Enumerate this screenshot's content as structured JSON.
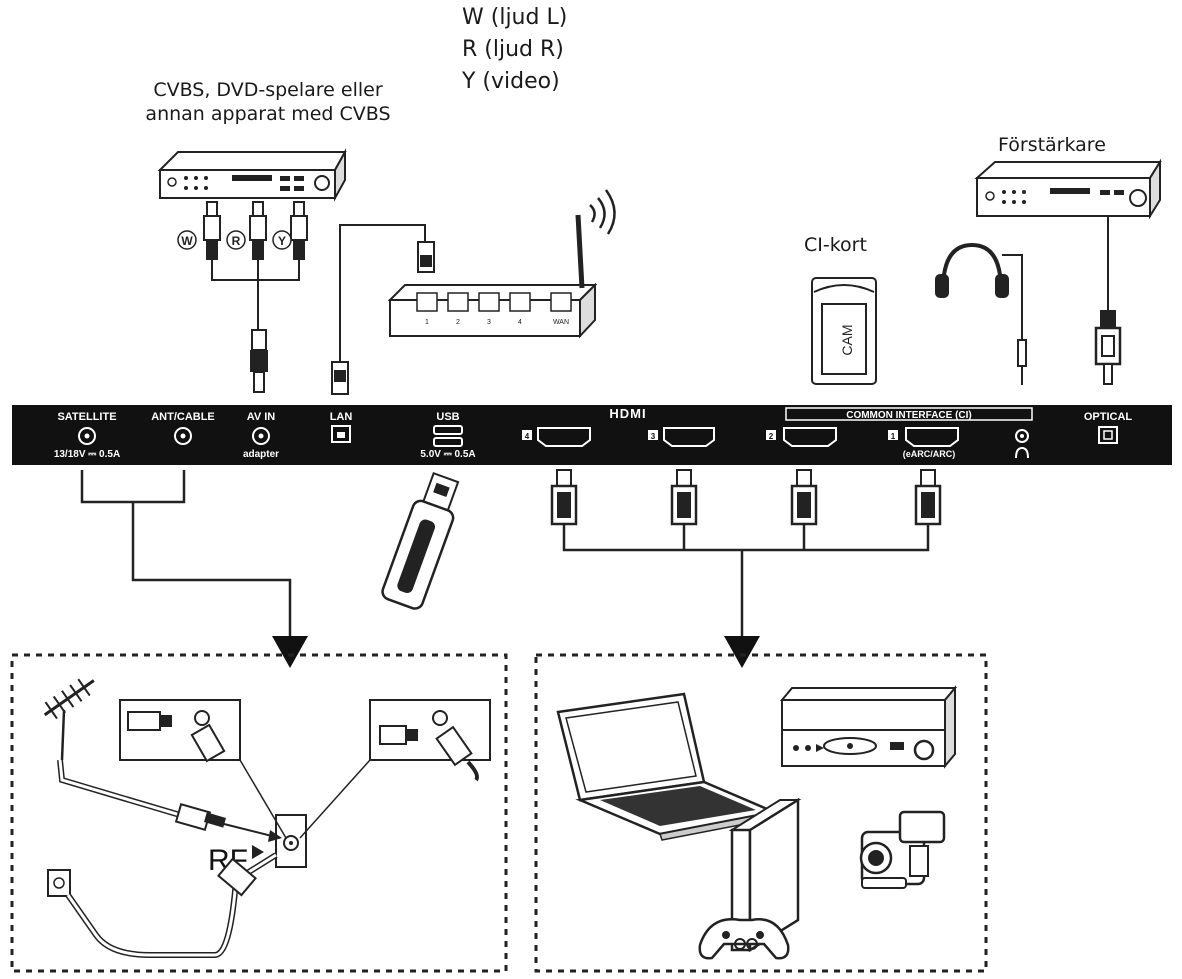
{
  "audio_video_legend": [
    "W (ljud L)",
    "R (ljud R)",
    "Y (video)"
  ],
  "cvbs_device_label": "CVBS, DVD-spelare eller annan apparat med CVBS",
  "cvbs_device_label_lines": [
    "CVBS, DVD-spelare eller",
    "annan apparat med CVBS"
  ],
  "amplifier_label": "Förstärkare",
  "ci_card_label": "CI-kort",
  "cam_label": "CAM",
  "rca_plug_markers": [
    "W",
    "R",
    "Y"
  ],
  "rf_label": "RF",
  "panel_ports": {
    "satellite": "SATELLITE",
    "satellite_spec": "13/18V ⎓ 0.5A",
    "ant_cable": "ANT/CABLE",
    "av_in": "AV IN",
    "av_in_sub": "adapter",
    "lan": "LAN",
    "usb": "USB",
    "usb_spec": "5.0V ⎓ 0.5A",
    "hdmi_logo": "HDMI",
    "common_interface": "COMMON INTERFACE (CI)",
    "earc": "(eARC/ARC)",
    "optical": "OPTICAL",
    "hdmi_numbers": [
      "4",
      "3",
      "2",
      "1"
    ]
  },
  "router_port_labels": [
    "1",
    "2",
    "3",
    "4",
    "WAN"
  ]
}
